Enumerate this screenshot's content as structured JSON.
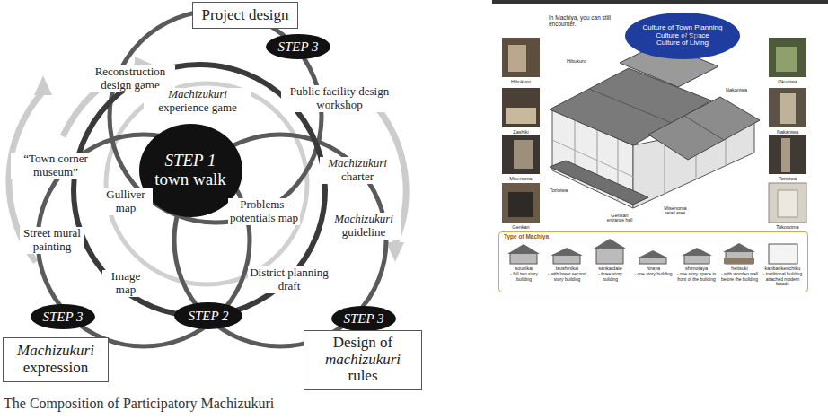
{
  "diagram": {
    "caption": "The Composition of Participatory Machizukuri",
    "nodes": [
      {
        "text": [
          "Project design"
        ]
      },
      {
        "text": [
          "STEP 3"
        ]
      },
      {
        "text": [
          "STEP 1",
          "town walk"
        ]
      },
      {
        "text": [
          "STEP 3"
        ]
      },
      {
        "text": [
          "STEP 2"
        ]
      },
      {
        "text": [
          "STEP 3"
        ]
      },
      {
        "text": [
          "Machizukuri expression"
        ]
      },
      {
        "text": [
          "Design of machizukuri rules"
        ]
      },
      {
        "text": [
          "Culture of Town Planning",
          "Culture of Space",
          "Culture of Living"
        ]
      },
      {
        "text": [
          "Type of Machiya",
          "sounikai",
          "- full two story building",
          "tsushinikai",
          "- with lower second story building",
          "sankaidate",
          "- three story building",
          "hiraya",
          "- one story building",
          "shimotaya",
          "- one story space in front of the building",
          "heitsuki",
          "- with wooden wall before the building",
          "kanbankenchiku",
          "- traditional building attached modern facade"
        ]
      }
    ],
    "labels": [
      "Reconstruction design game",
      "Public facility design workshop",
      "Machizukuri experience game",
      "“Town corner museum”",
      "Street mural painting",
      "Gulliver map",
      "Problems-potentials map",
      "Machizukuri charter",
      "Machizukuri guideline",
      "Image map",
      "District planning draft",
      "In Machiya, you can still encounter.",
      "Hibukuro",
      "Zashiki",
      "Misenoma",
      "Genkan",
      "Okuniwa",
      "Nakaniwa",
      "Toriniwa",
      "Tokonoma",
      "Zashiki",
      "Hibukuro",
      "Nakaniwa",
      "Toriniwa",
      "Genkan",
      "entrance hall",
      "Misenoma",
      "retail area"
    ]
  }
}
